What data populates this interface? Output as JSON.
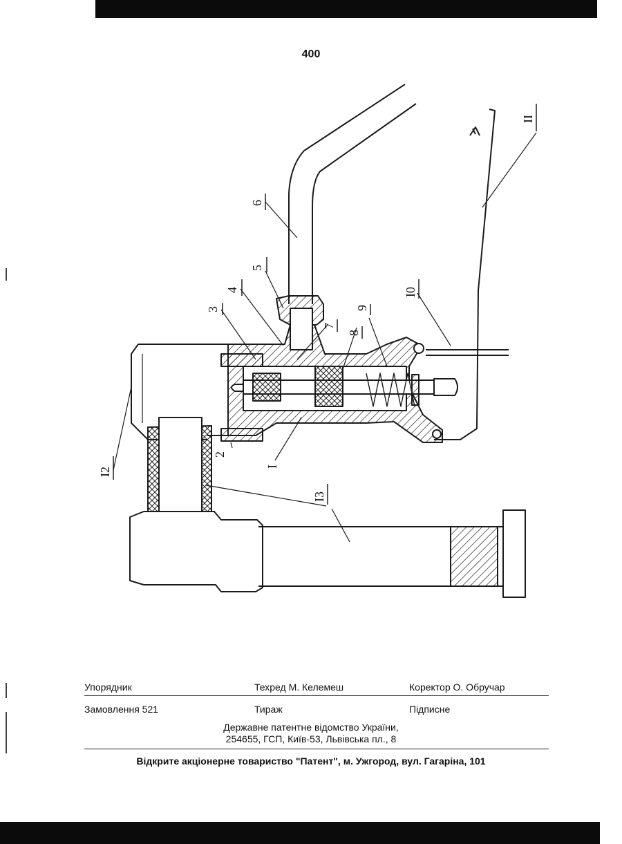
{
  "page": {
    "number": "400"
  },
  "drawing": {
    "labels": {
      "l1": "I",
      "l2": "2",
      "l3": "3",
      "l4": "4",
      "l5": "5",
      "l6": "6",
      "l7": "7",
      "l8": "8",
      "l9": "9",
      "l10": "I0",
      "l11": "II",
      "l12": "I2",
      "l13": "I3"
    }
  },
  "footer": {
    "compiler_label": "Упорядник",
    "techred": "Техред М. Келемеш",
    "corrector": "Коректор  О. Обручар",
    "order": "Замовлення 521",
    "circulation": "Тираж",
    "subscription": "Підписне",
    "office_line1": "Державне патентне відомство України,",
    "office_line2": "254655, ГСП, Київ-53, Львівська пл., 8",
    "printer": "Відкрите акціонерне товариство \"Патент\", м. Ужгород, вул. Гагаріна, 101"
  }
}
